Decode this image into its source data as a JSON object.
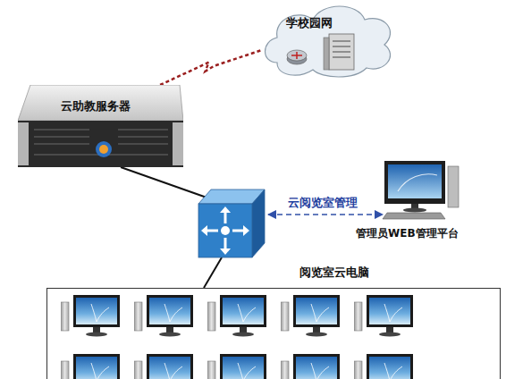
{
  "diagram": {
    "nodes": [
      {
        "text": [
          "学校园网"
        ]
      },
      {
        "text": [
          "云助教服务器"
        ]
      },
      {
        "text": [
          "管理员WEB管理平台"
        ]
      },
      {
        "text": [
          "阅览室云电脑"
        ]
      }
    ],
    "edges": [
      {
        "from": 1,
        "to": 0,
        "arrow": "none"
      }
    ],
    "labels": [
      "云阅览室管理"
    ]
  }
}
